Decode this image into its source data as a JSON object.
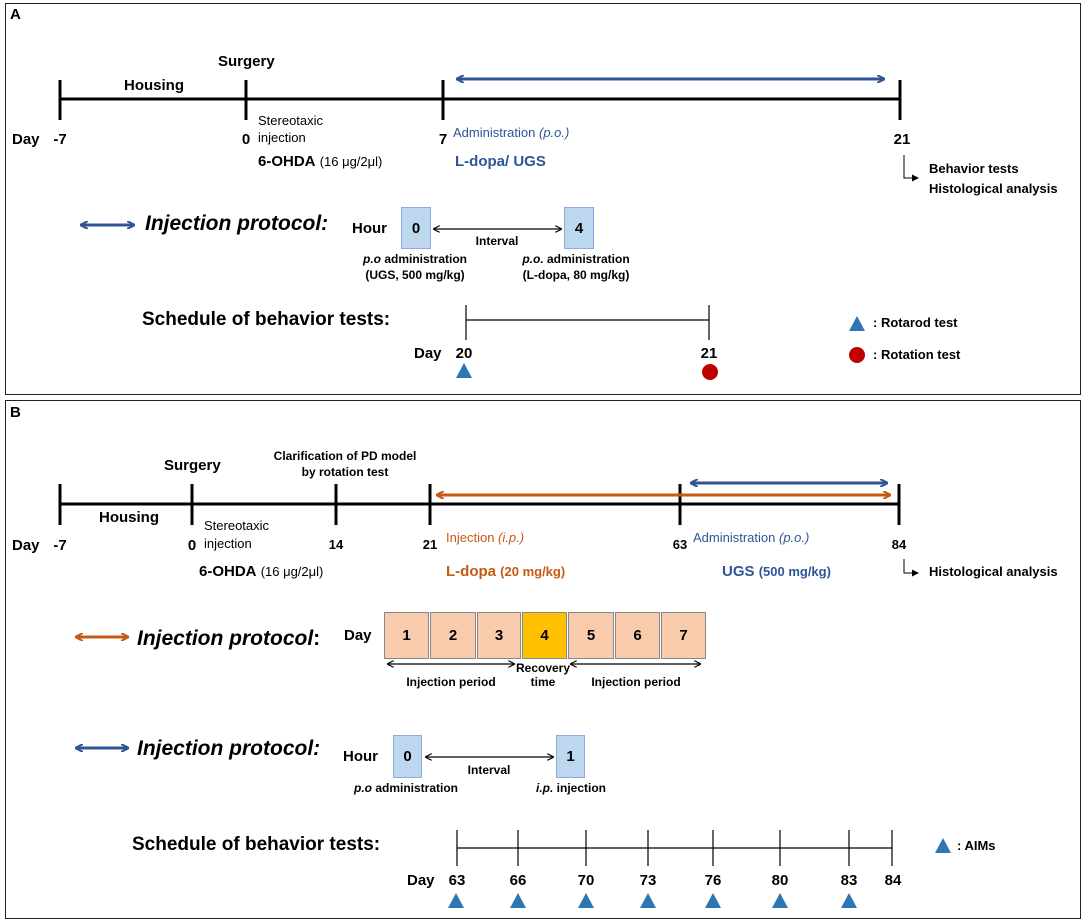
{
  "panelA": {
    "label": "A",
    "timeline": {
      "day_label": "Day",
      "days": [
        "-7",
        "0",
        "7",
        "21"
      ],
      "housing": "Housing",
      "surgery": "Surgery",
      "stereotaxic_line1": "Stereotaxic",
      "stereotaxic_line2": "injection",
      "ohda": "6-OHDA",
      "ohda_dose": "(16 μg/2μl)",
      "admin_text": "Administration",
      "admin_route": "(p.o.)",
      "drugs": "L-dopa/ UGS",
      "outcome_line1": "Behavior tests",
      "outcome_line2": "Histological analysis"
    },
    "protocol": {
      "title": "Injection protocol:",
      "hour_label": "Hour",
      "hour_start": "0",
      "hour_end": "4",
      "interval": "Interval",
      "left_line1_italic": "p.o",
      "left_line1_rest": " administration",
      "left_line2": "(UGS, 500 mg/kg)",
      "right_line1_italic": "p.o.",
      "right_line1_rest": " administration",
      "right_line2": "(L-dopa, 80 mg/kg)"
    },
    "schedule": {
      "title": "Schedule of behavior  tests:",
      "day_label": "Day",
      "days": [
        "20",
        "21"
      ],
      "legend_rotarod": ": Rotarod test",
      "legend_rotation": ": Rotation test"
    }
  },
  "panelB": {
    "label": "B",
    "timeline": {
      "day_label": "Day",
      "days": [
        "-7",
        "0",
        "14",
        "21",
        "63",
        "84"
      ],
      "housing": "Housing",
      "surgery": "Surgery",
      "clarification_line1": "Clarification of PD model",
      "clarification_line2": "by rotation test",
      "stereotaxic_line1": "Stereotaxic",
      "stereotaxic_line2": "injection",
      "ohda": "6-OHDA",
      "ohda_dose": "(16 μg/2μl)",
      "injection_text": "Injection",
      "injection_route": "(i.p.)",
      "ldopa": "L-dopa",
      "ldopa_dose": "(20 mg/kg)",
      "admin_text": "Administration",
      "admin_route": "(p.o.)",
      "ugs": "UGS",
      "ugs_dose": "(500 mg/kg)",
      "outcome": "Histological analysis"
    },
    "protocol_days": {
      "title": "Injection protocol",
      "colon": ":",
      "day_label": "Day",
      "days": [
        "1",
        "2",
        "3",
        "4",
        "5",
        "6",
        "7"
      ],
      "recovery_day_index": 3,
      "injection_period_1": "Injection period",
      "recovery_line1": "Recovery",
      "recovery_line2": "time",
      "injection_period_2": "Injection period"
    },
    "protocol_hours": {
      "title": "Injection protocol:",
      "hour_label": "Hour",
      "hour_start": "0",
      "hour_end": "1",
      "interval": "Interval",
      "left_italic": "p.o",
      "left_rest": " administration",
      "right_italic": "i.p.",
      "right_rest": " injection"
    },
    "schedule": {
      "title": "Schedule of behavior  tests:",
      "day_label": "Day",
      "days": [
        "63",
        "66",
        "70",
        "73",
        "76",
        "80",
        "83",
        "84"
      ],
      "aims_days": [
        "63",
        "66",
        "70",
        "73",
        "76",
        "80",
        "83"
      ],
      "legend_aims": ": AIMs"
    }
  },
  "colors": {
    "blue": "#2F5597",
    "orange": "#C55A11",
    "triangle": "#2E75B6",
    "circle": "#C00000",
    "hour_box": "#BDD7EE",
    "day_box": "#F8CBAD",
    "recovery_box": "#FFC000"
  },
  "icons": [
    "blue-double-arrow-icon",
    "orange-double-arrow-icon",
    "triangle-marker-icon",
    "circle-marker-icon",
    "bent-arrow-icon"
  ]
}
